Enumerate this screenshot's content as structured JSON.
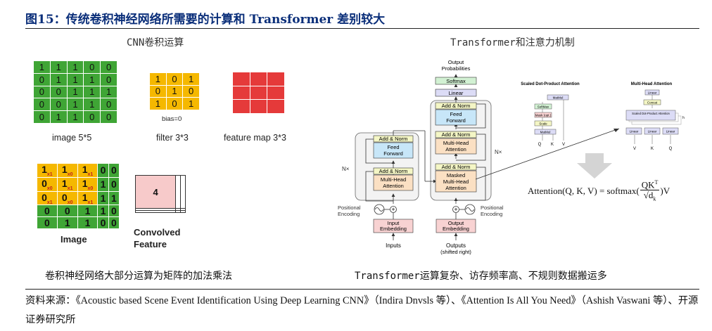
{
  "figure": {
    "title": "图15：传统卷积神经网络所需要的计算和 Transformer 差别较大"
  },
  "cnn": {
    "heading": "CNN卷积运算",
    "image_grid": [
      [
        1,
        1,
        1,
        0,
        0
      ],
      [
        0,
        1,
        1,
        1,
        0
      ],
      [
        0,
        0,
        1,
        1,
        1
      ],
      [
        0,
        0,
        1,
        1,
        0
      ],
      [
        0,
        1,
        1,
        0,
        0
      ]
    ],
    "image_caption": "image 5*5",
    "filter_grid": [
      [
        1,
        0,
        1
      ],
      [
        0,
        1,
        0
      ],
      [
        1,
        0,
        1
      ]
    ],
    "bias_label": "bias=0",
    "filter_caption": "filter 3*3",
    "feature_map_caption": "feature map 3*3",
    "conv_subscripts": [
      [
        "x1",
        "x0",
        "x1"
      ],
      [
        "x0",
        "x1",
        "x0"
      ],
      [
        "x1",
        "x0",
        "x1"
      ]
    ],
    "convolved_value": "4",
    "image_label": "Image",
    "convolved_label_line1": "Convolved",
    "convolved_label_line2": "Feature",
    "bottom_caption": "卷积神经网络大部分运算为矩阵的加法乘法"
  },
  "transformer": {
    "heading": "Transformer和注意力机制",
    "output_probabilities_line1": "Output",
    "output_probabilities_line2": "Probabilities",
    "softmax": "Softmax",
    "linear": "Linear",
    "add_norm": "Add & Norm",
    "feed_forward_line1": "Feed",
    "feed_forward_line2": "Forward",
    "multi_head_line1": "Multi-Head",
    "multi_head_line2": "Attention",
    "masked_line1": "Masked",
    "masked_line2": "Multi-Head",
    "masked_line3": "Attention",
    "nx": "N×",
    "positional_line1": "Positional",
    "positional_line2": "Encoding",
    "input_embedding_line1": "Input",
    "input_embedding_line2": "Embedding",
    "output_embedding_line1": "Output",
    "output_embedding_line2": "Embedding",
    "inputs": "Inputs",
    "outputs_line1": "Outputs",
    "outputs_line2": "(shifted right)",
    "sdpa_title": "Scaled Dot-Product Attention",
    "mha_title": "Multi-Head Attention",
    "sdpa_boxes": [
      "MatMul",
      "SoftMax",
      "Mask (opt.)",
      "Scale",
      "MatMul"
    ],
    "mha_boxes": [
      "Linear",
      "Concat",
      "Scaled Dot-Product Attention",
      "Linear",
      "Linear",
      "Linear"
    ],
    "qkv": [
      "Q",
      "K",
      "V"
    ],
    "mha_h": "h",
    "formula_lhs": "Attention(Q, K, V) = softmax(",
    "formula_num": "QK",
    "formula_sup": "T",
    "formula_den": "√d",
    "formula_den_sub": "k",
    "formula_rhs": ")V",
    "bottom_caption": "Transformer运算复杂、访存频率高、不规则数据搬运多"
  },
  "source": {
    "text": "资料来源：《Acoustic based Scene Event Identification Using Deep Learning CNN》（Indira Dnvsls 等）、《Attention Is All You Need》（Ashish Vaswani 等）、开源证券研究所"
  },
  "colors": {
    "title_blue": "#0b2f7a",
    "grid_green": "#3fa535",
    "grid_yellow": "#f5b800",
    "grid_red": "#e53a3a",
    "ff_blue": "#c7e6f8",
    "attn_orange": "#fbe0c3",
    "addnorm_yellow": "#f4f6c5",
    "embed_pink": "#f8d2d2",
    "softmax_green": "#d2f1d3",
    "linear_lavender": "#dcdcf6"
  }
}
